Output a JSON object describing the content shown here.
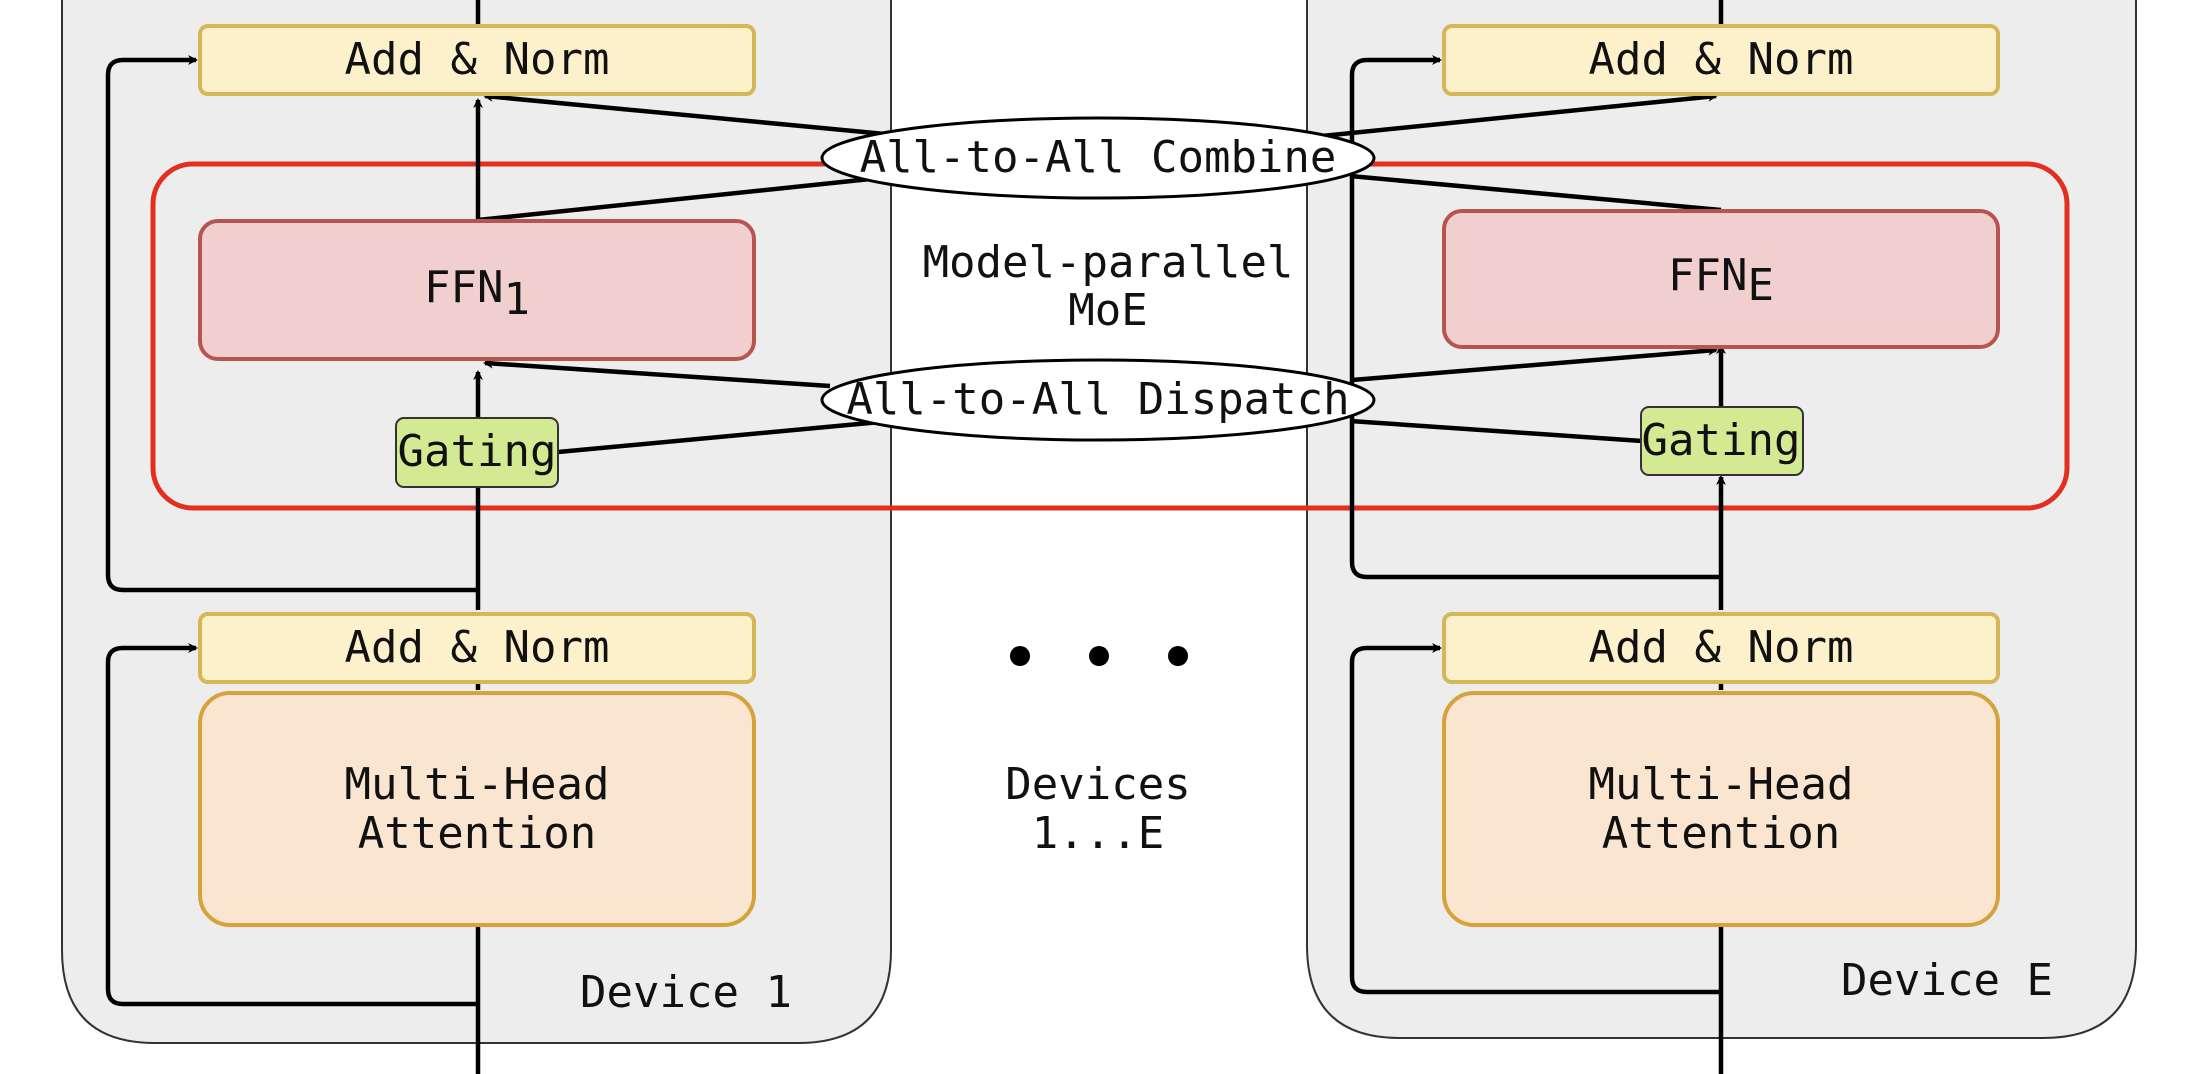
{
  "device_left": {
    "label": "Device 1",
    "add_norm_top": "Add & Norm",
    "ffn": "FFN",
    "ffn_sub": "1",
    "gating": "Gating",
    "add_norm_bottom": "Add & Norm",
    "attention_line1": "Multi-Head",
    "attention_line2": "Attention"
  },
  "device_right": {
    "label": "Device E",
    "add_norm_top": "Add & Norm",
    "ffn": "FFN",
    "ffn_sub": "E",
    "gating": "Gating",
    "add_norm_bottom": "Add & Norm",
    "attention_line1": "Multi-Head",
    "attention_line2": "Attention"
  },
  "center": {
    "combine": "All-to-All Combine",
    "dispatch": "All-to-All Dispatch",
    "moe_line1": "Model-parallel",
    "moe_line2": "MoE",
    "devices_line1": "Devices",
    "devices_line2": "1...E"
  },
  "colors": {
    "device_fill": "#ededed",
    "add_norm_fill": "#fdf1cc",
    "add_norm_stroke": "#d6b656",
    "ffn_fill": "#f2cfcf",
    "ffn_stroke": "#b85450",
    "gating_fill": "#d4ea92",
    "attention_fill": "#fae6d0",
    "attention_stroke": "#d6a23a",
    "moe_border": "#e03020"
  }
}
